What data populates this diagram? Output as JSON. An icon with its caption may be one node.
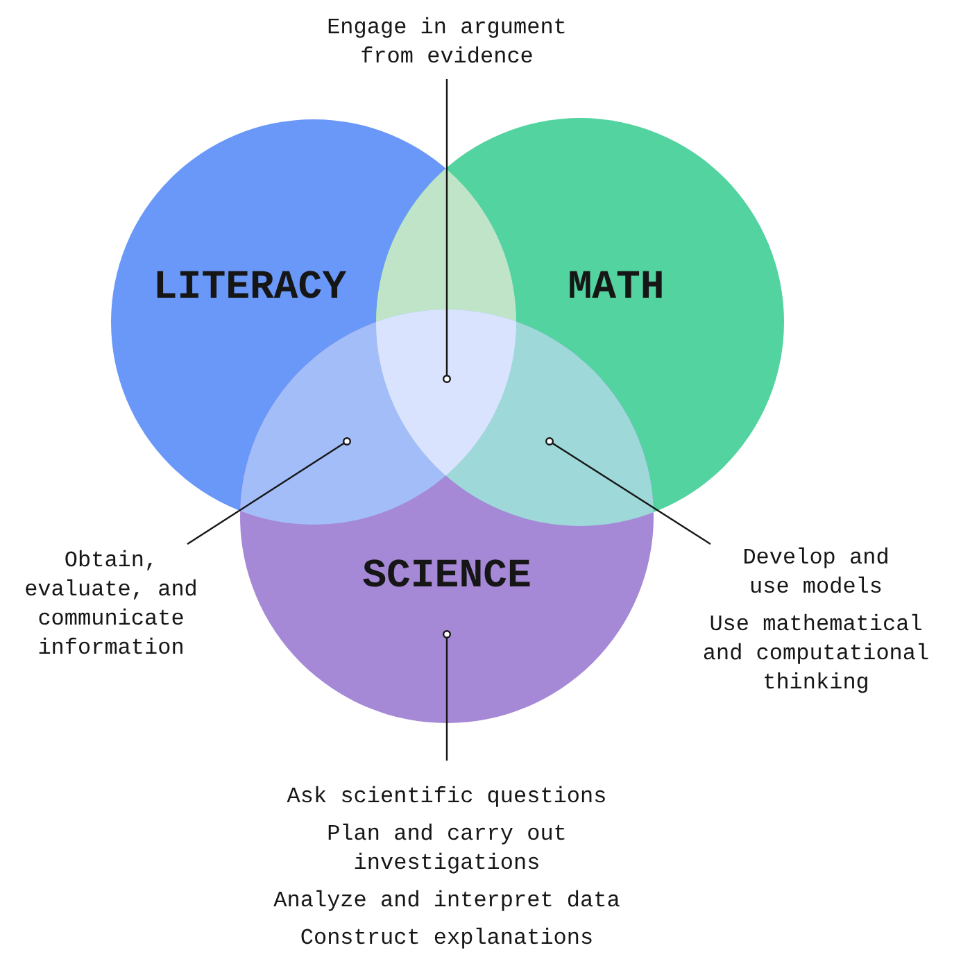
{
  "diagram": {
    "nodes": [
      {
        "text": [
          "LITERACY"
        ]
      },
      {
        "text": [
          "MATH"
        ]
      },
      {
        "text": [
          "SCIENCE"
        ]
      },
      {
        "text": [
          "Engage in argument from evidence"
        ]
      },
      {
        "text": [
          "Obtain, evaluate, and communicate information"
        ]
      },
      {
        "text": [
          "Develop and use models",
          "Use mathematical and computational thinking"
        ]
      },
      {
        "text": [
          "Ask scientific questions",
          "Plan and carry out investigations",
          "Analyze and interpret data",
          "Construct explanations"
        ]
      }
    ],
    "edges": [
      {
        "from": 3,
        "to": null,
        "arrow": "other"
      },
      {
        "from": 4,
        "to": null,
        "arrow": "other"
      },
      {
        "from": 5,
        "to": null,
        "arrow": "other"
      },
      {
        "from": 6,
        "to": 2,
        "arrow": "other"
      }
    ]
  }
}
